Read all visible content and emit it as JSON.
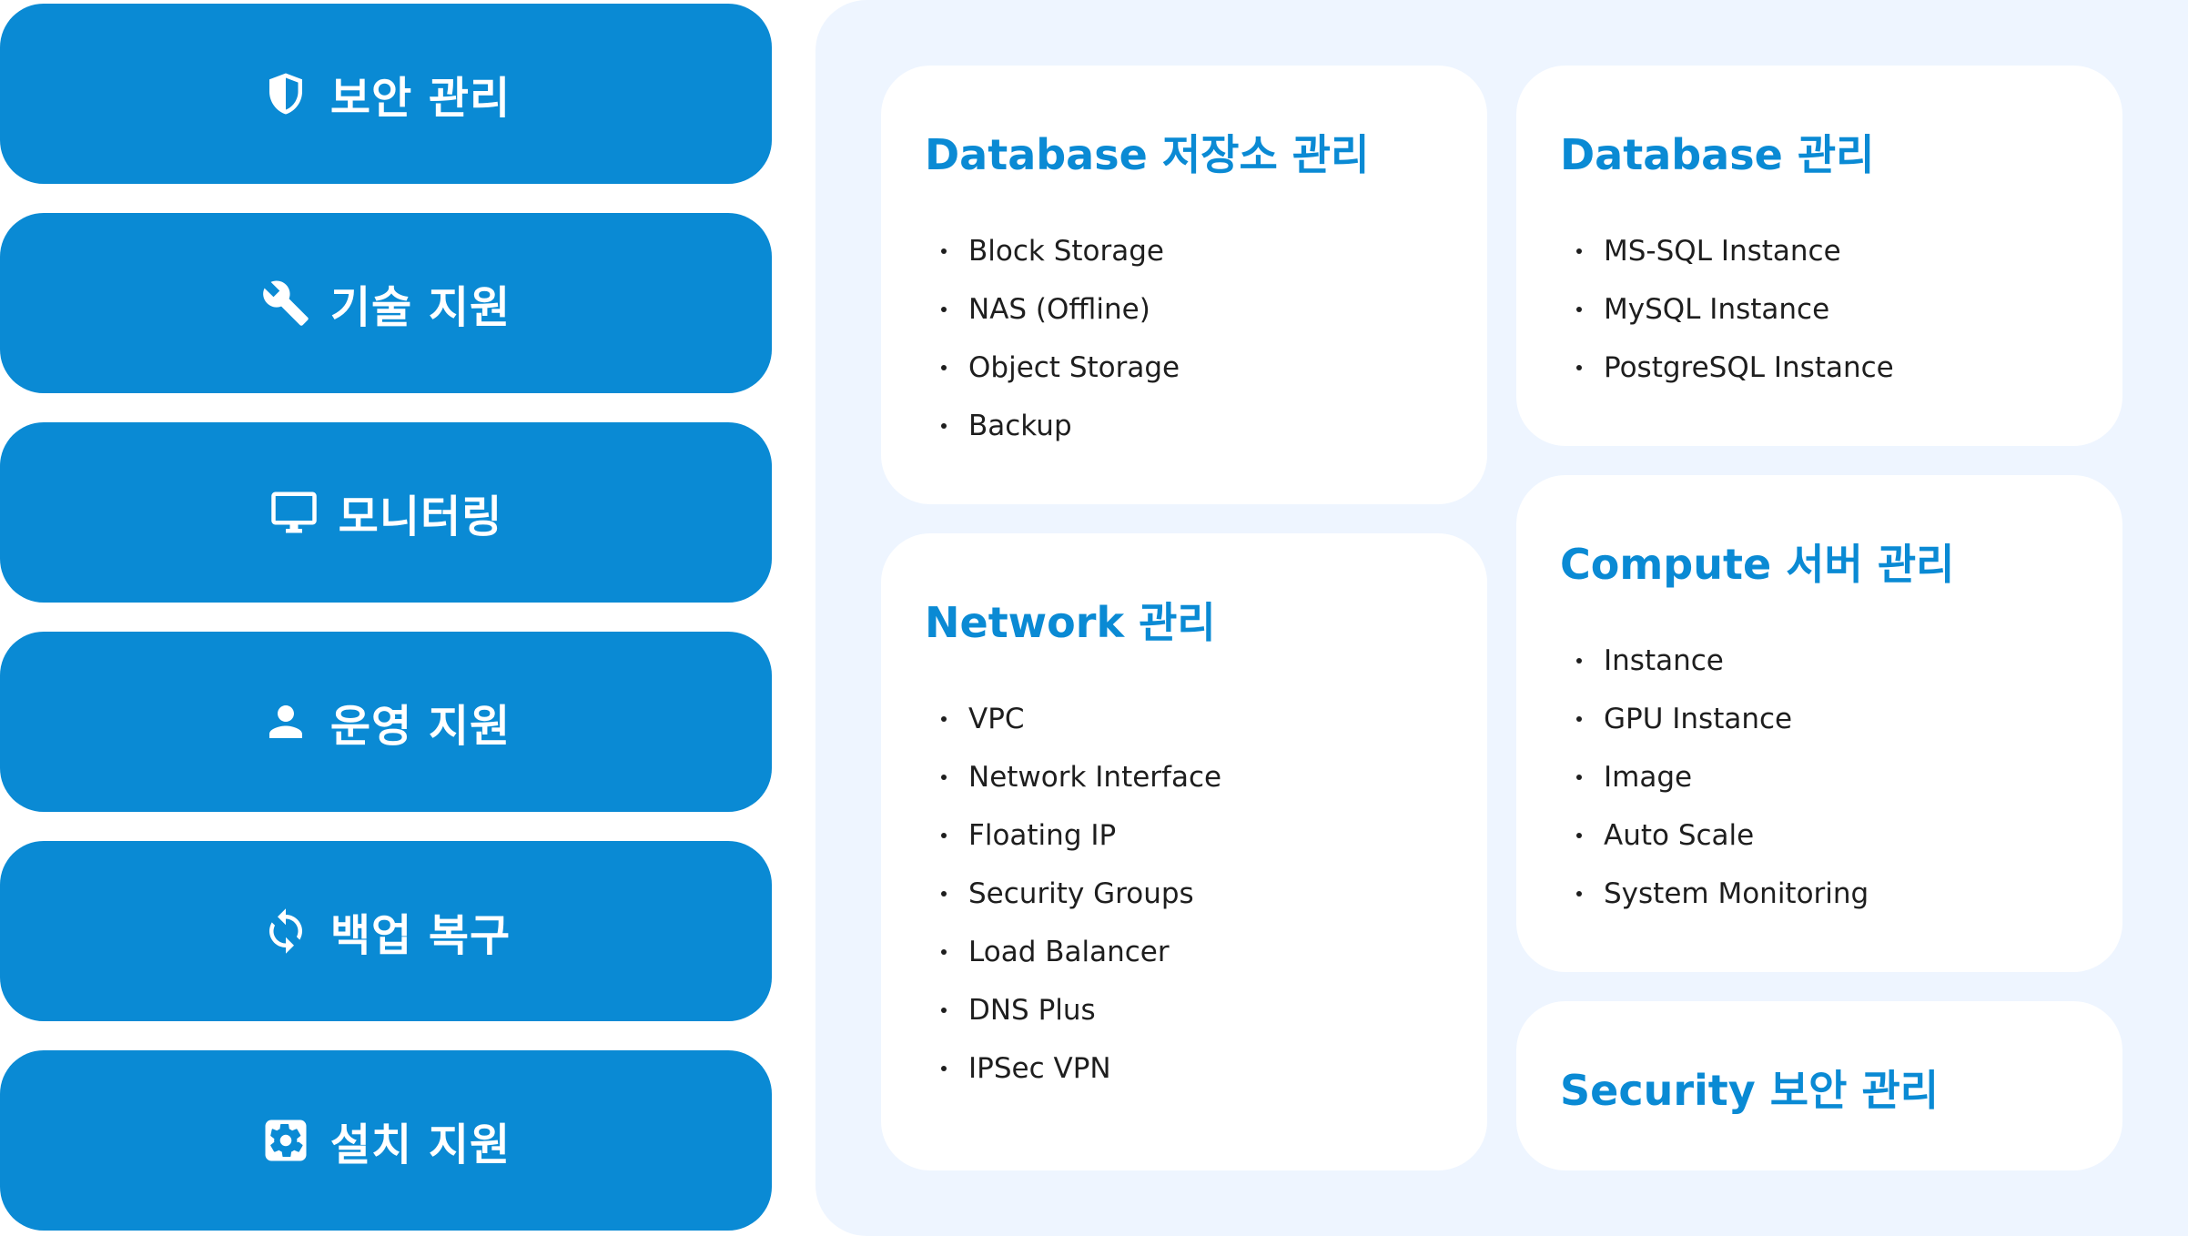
{
  "sidebar": {
    "items": [
      {
        "label": "보안 관리",
        "icon": "shield-icon"
      },
      {
        "label": "기술 지원",
        "icon": "wrench-icon"
      },
      {
        "label": "모니터링",
        "icon": "monitor-icon"
      },
      {
        "label": "운영 지원",
        "icon": "person-icon"
      },
      {
        "label": "백업 복구",
        "icon": "sync-icon"
      },
      {
        "label": "설치 지원",
        "icon": "gear-icon"
      }
    ],
    "button_color": "#0a8ad4"
  },
  "panel": {
    "background": "#eef5ff",
    "cards": [
      {
        "title": "Database 저장소 관리",
        "items": [
          "Block Storage",
          "NAS (Offline)",
          "Object Storage",
          "Backup"
        ]
      },
      {
        "title": "Database 관리",
        "items": [
          "MS-SQL Instance",
          "MySQL Instance",
          "PostgreSQL Instance"
        ]
      },
      {
        "title": "Network 관리",
        "items": [
          "VPC",
          "Network Interface",
          "Floating IP",
          "Security Groups",
          "Load Balancer",
          "DNS Plus",
          "IPSec VPN"
        ]
      },
      {
        "title": "Compute 서버 관리",
        "items": [
          "Instance",
          "GPU Instance",
          "Image",
          "Auto Scale",
          "System Monitoring"
        ]
      },
      {
        "title": "Security 보안 관리",
        "items": []
      }
    ]
  }
}
